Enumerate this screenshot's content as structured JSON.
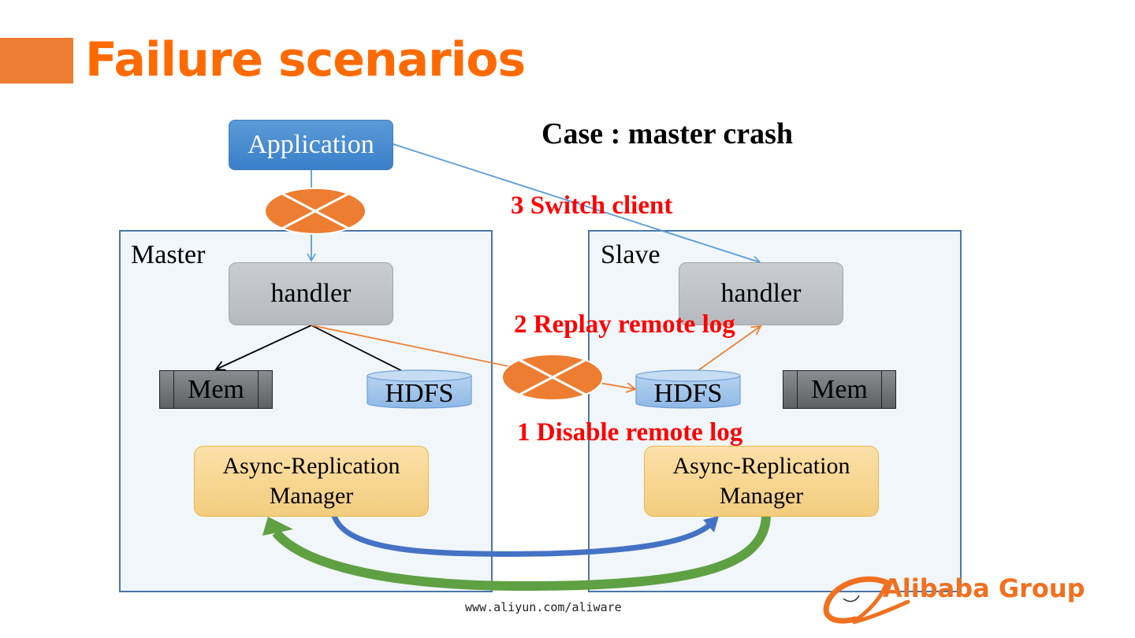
{
  "slide": {
    "title": "Failure scenarios",
    "case_label": "Case : master crash",
    "footer_url": "www.aliyun.com/aliware",
    "brand": {
      "name": "Alibaba Group",
      "color": "#f07020"
    }
  },
  "colors": {
    "title": "#ff6a00",
    "accent_bar": "#ed7d31",
    "step_text": "#ff0000",
    "panel_border": "#4a76a8",
    "panel_fill": "#f1f6fa",
    "network_broken": "#ed7d31",
    "client_link": "#5b9bd5",
    "replication_forward": "#4472c4",
    "replication_back": "#70ad47"
  },
  "diagram": {
    "application": {
      "label": "Application"
    },
    "master": {
      "label": "Master",
      "handler": "handler",
      "mem": "Mem",
      "hdfs": "HDFS",
      "replication_manager": [
        "Async-Replication",
        "Manager"
      ]
    },
    "slave": {
      "label": "Slave",
      "handler": "handler",
      "mem": "Mem",
      "hdfs": "HDFS",
      "replication_manager": [
        "Async-Replication",
        "Manager"
      ]
    },
    "steps": [
      {
        "number": "1",
        "text": "1 Disable remote log"
      },
      {
        "number": "2",
        "text": "2 Replay remote log"
      },
      {
        "number": "3",
        "text": "3 Switch client"
      }
    ],
    "broken_links": [
      {
        "name": "application-to-master",
        "state": "broken"
      },
      {
        "name": "master-to-slave-hdfs",
        "state": "broken"
      }
    ]
  }
}
